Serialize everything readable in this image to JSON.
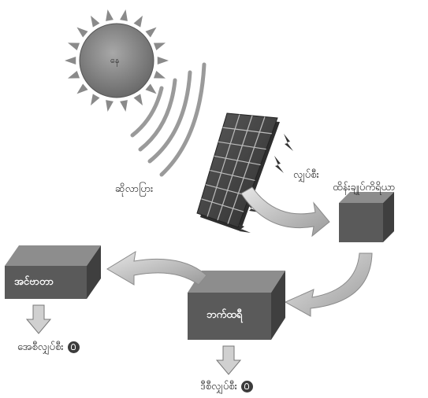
{
  "sun": {
    "label": "နေ"
  },
  "panel": {
    "label": "ဆိုလာပြား"
  },
  "current": {
    "label": "လျှပ်စီး"
  },
  "controller": {
    "label": "ထိန်းချုပ်ကိရိယာ"
  },
  "battery": {
    "label": "ဘက်ထရီ"
  },
  "inverter": {
    "label": "အင်ဗာတာ"
  },
  "outputs": {
    "ac": {
      "label": "အေစီလျှပ်စီး"
    },
    "dc": {
      "label": "ဒီစီလျှပ်စီး"
    }
  },
  "colors": {
    "box_front": "#5a5a5a",
    "box_top": "#8a8a8a",
    "box_side": "#3f3f3f",
    "sun": "#7a7a7a",
    "arrow": "#b8b8b8",
    "panel": "#4a4a4a"
  }
}
